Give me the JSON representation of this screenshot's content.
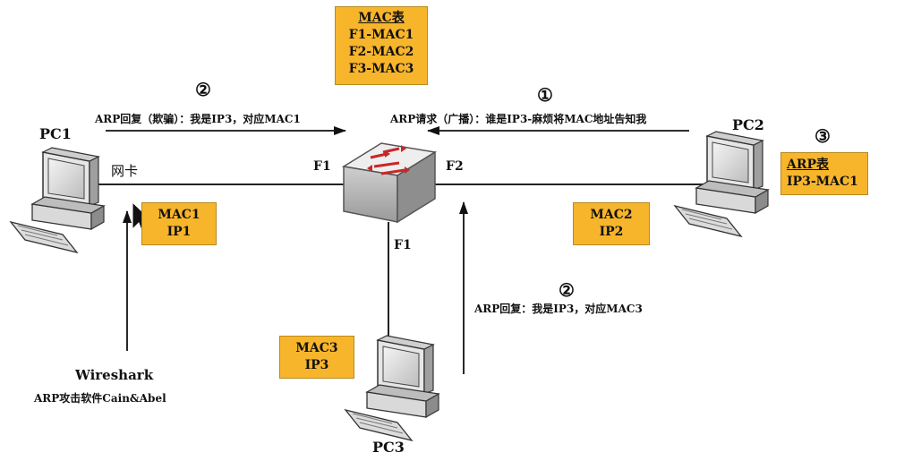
{
  "mac_table": {
    "title": "MAC表",
    "rows": [
      "F1-MAC1",
      "F2-MAC2",
      "F3-MAC3"
    ]
  },
  "arp_table": {
    "title": "ARP表",
    "rows": [
      "IP3-MAC1"
    ]
  },
  "steps": {
    "one": "①",
    "two": "②",
    "three": "③"
  },
  "messages": {
    "spoof_reply": "ARP回复（欺骗）：我是IP3，对应MAC1",
    "request": "ARP请求（广播）：谁是IP3-麻烦将MAC地址告知我",
    "real_reply": "ARP回复：我是IP3，对应MAC3"
  },
  "hosts": {
    "pc1": {
      "name": "PC1",
      "nic": "网卡",
      "mac": "MAC1",
      "ip": "IP1"
    },
    "pc2": {
      "name": "PC2",
      "mac": "MAC2",
      "ip": "IP2"
    },
    "pc3": {
      "name": "PC3",
      "mac": "MAC3",
      "ip": "IP3"
    }
  },
  "ports": {
    "left": "F1",
    "right": "F2",
    "bottom": "F1"
  },
  "tools": {
    "sniffer": "Wireshark",
    "attack": "ARP攻击软件Cain&Abel"
  },
  "colors": {
    "box": "#f7b52c",
    "switch_top": "#e9e9e9",
    "arrow": "#cc2222"
  }
}
